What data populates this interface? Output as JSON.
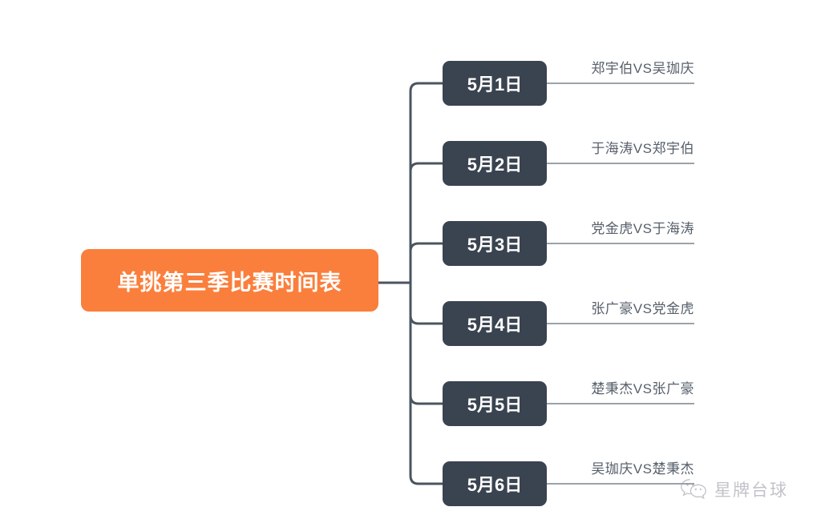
{
  "diagram": {
    "type": "mindmap-tree",
    "background_color": "#ffffff",
    "root": {
      "label": "单挑第三季比赛时间表",
      "fill_color": "#fa7f3c",
      "text_color": "#ffffff"
    },
    "branch_color": "#4a5560",
    "node_fill_color": "#3a4450",
    "node_text_color": "#ffffff",
    "leaf_text_color": "#57606b",
    "nodes": [
      {
        "date": "5月1日",
        "match": "郑宇伯VS吴珈庆"
      },
      {
        "date": "5月2日",
        "match": "于海涛VS郑宇伯"
      },
      {
        "date": "5月3日",
        "match": "党金虎VS于海涛"
      },
      {
        "date": "5月4日",
        "match": "张广豪VS党金虎"
      },
      {
        "date": "5月5日",
        "match": "楚秉杰VS张广豪"
      },
      {
        "date": "5月6日",
        "match": "吴珈庆VS楚秉杰"
      }
    ]
  },
  "watermark": {
    "text": "星牌台球",
    "icon": "wechat-icon"
  }
}
